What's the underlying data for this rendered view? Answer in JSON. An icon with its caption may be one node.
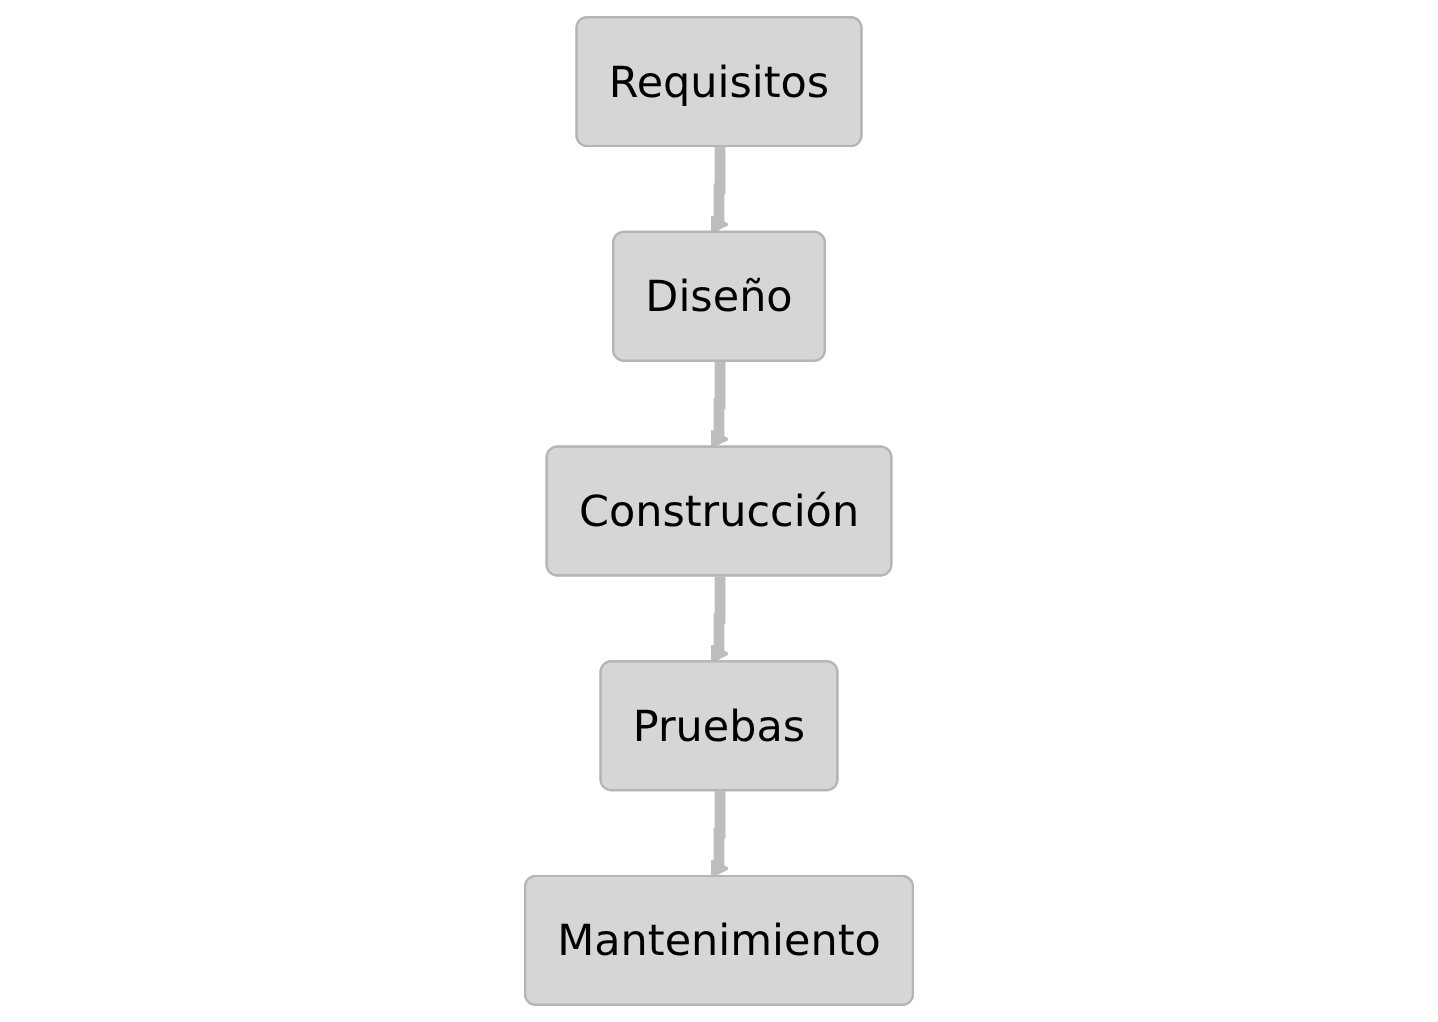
{
  "diagram": {
    "nodes": [
      {
        "text": [
          "Requisitos"
        ]
      },
      {
        "text": [
          "Diseño"
        ]
      },
      {
        "text": [
          "Construcción"
        ]
      },
      {
        "text": [
          "Pruebas"
        ]
      },
      {
        "text": [
          "Mantenimiento"
        ]
      }
    ],
    "edges": [
      {
        "from": 0,
        "to": 1,
        "arrow": "to"
      },
      {
        "from": 1,
        "to": 2,
        "arrow": "to"
      },
      {
        "from": 2,
        "to": 3,
        "arrow": "to"
      },
      {
        "from": 3,
        "to": 4,
        "arrow": "to"
      }
    ]
  }
}
